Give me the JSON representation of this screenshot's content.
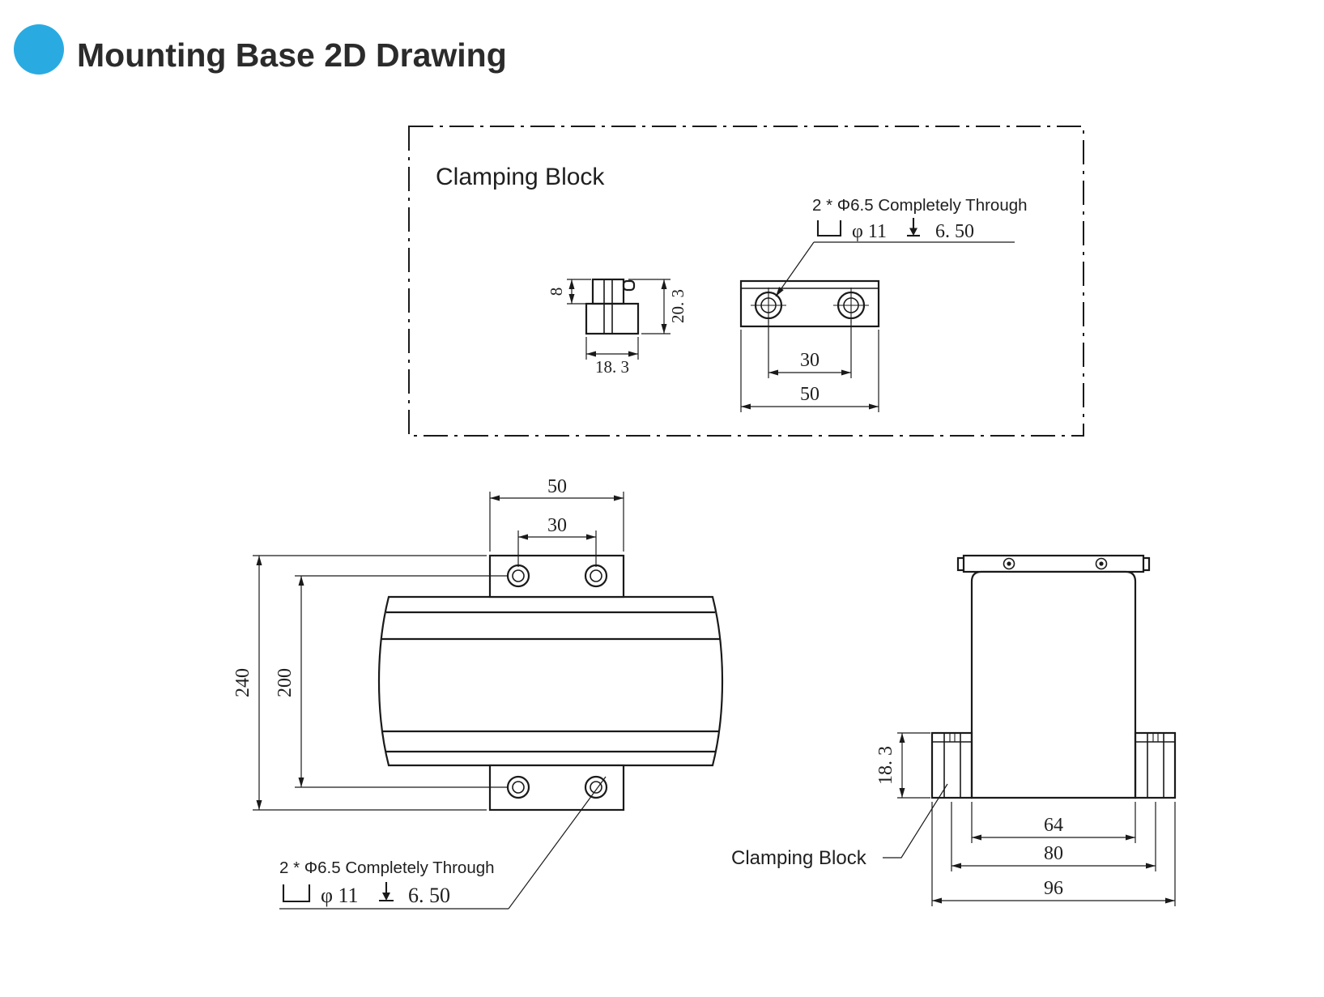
{
  "page": {
    "title": "Mounting Base 2D Drawing"
  },
  "colors": {
    "accent": "#29abe2",
    "line": "#1a1a1a",
    "text": "#1f1f1f"
  },
  "icons": {
    "title_bullet": "●",
    "counterbore": "⌴",
    "depth": "↧",
    "diameter_upper": "Φ",
    "diameter_lower": "φ"
  },
  "detail_box": {
    "title": "Clamping Block",
    "callout": {
      "line1": "2 * Φ6.5 Completely Through",
      "diameter": "φ 11",
      "depth": "6. 50"
    },
    "profile_view": {
      "dim_step_height": "8",
      "dim_total_height": "20. 3",
      "dim_width": "18. 3"
    },
    "block_view": {
      "dim_hole_spacing": "30",
      "dim_width": "50"
    }
  },
  "front_view": {
    "dim_plate_width": "50",
    "dim_hole_spacing": "30",
    "dim_overall_height": "240",
    "dim_hole_span": "200",
    "callout": {
      "line1": "2 * Φ6.5 Completely Through",
      "diameter": "φ 11",
      "depth": "6. 50"
    }
  },
  "side_view": {
    "label": "Clamping Block",
    "dim_block_height": "18. 3",
    "dim_inner_width": "64",
    "dim_mid_width": "80",
    "dim_overall_width": "96"
  }
}
